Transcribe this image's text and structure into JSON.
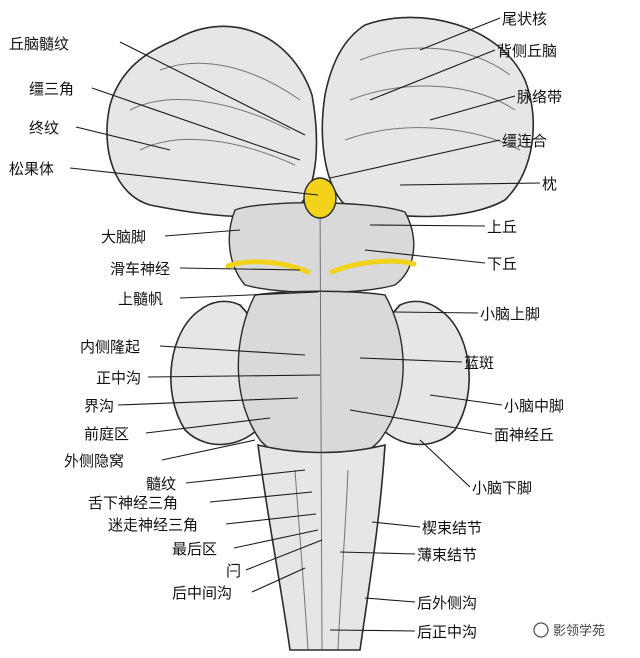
{
  "labels_left": [
    {
      "key": "qiunao_suiwen",
      "text": "丘脑髓纹"
    },
    {
      "key": "jiangsanjiao",
      "text": "缰三角"
    },
    {
      "key": "zhongwen",
      "text": "终纹"
    },
    {
      "key": "songguoti",
      "text": "松果体"
    },
    {
      "key": "danaojiao",
      "text": "大脑脚"
    },
    {
      "key": "huache_shenjing",
      "text": "滑车神经"
    },
    {
      "key": "shang_suifan",
      "text": "上髓帆"
    },
    {
      "key": "neice_longqi",
      "text": "内侧隆起"
    },
    {
      "key": "zhengzhonggou",
      "text": "正中沟"
    },
    {
      "key": "jiegou",
      "text": "界沟"
    },
    {
      "key": "qianting_qu",
      "text": "前庭区"
    },
    {
      "key": "waice_yinwo",
      "text": "外侧隐窝"
    },
    {
      "key": "suiwen",
      "text": "髓纹"
    },
    {
      "key": "shexia_sanjiao",
      "text": "舌下神经三角"
    },
    {
      "key": "mizou_sanjiao",
      "text": "迷走神经三角"
    },
    {
      "key": "zuihou_qu",
      "text": "最后区"
    },
    {
      "key": "shuan",
      "text": "闩"
    },
    {
      "key": "hou_zhongjiangou",
      "text": "后中间沟"
    }
  ],
  "labels_right": [
    {
      "key": "weizhuanghe",
      "text": "尾状核"
    },
    {
      "key": "beice_qiunao",
      "text": "背侧丘脑"
    },
    {
      "key": "mailuodai",
      "text": "脉络带"
    },
    {
      "key": "jianglianhe",
      "text": "缰连合"
    },
    {
      "key": "zhen",
      "text": "枕"
    },
    {
      "key": "shangqiu",
      "text": "上丘"
    },
    {
      "key": "xiaqiu",
      "text": "下丘"
    },
    {
      "key": "xiaonao_shangjiao",
      "text": "小脑上脚"
    },
    {
      "key": "lanban",
      "text": "蓝斑"
    },
    {
      "key": "xiaonao_zhongjiao",
      "text": "小脑中脚"
    },
    {
      "key": "mianshenjing_qiu",
      "text": "面神经丘"
    },
    {
      "key": "xiaonao_xiajiao",
      "text": "小脑下脚"
    },
    {
      "key": "xieshu_jiejie",
      "text": "楔束结节"
    },
    {
      "key": "boshu_jiejie",
      "text": "薄束结节"
    },
    {
      "key": "hou_waicegou",
      "text": "后外侧沟"
    },
    {
      "key": "hou_zhengzhonggou",
      "text": "后正中沟"
    }
  ],
  "watermark": "影领学苑",
  "colors": {
    "highlight": "#f2d21b",
    "tissue": "#e6e6e6",
    "outline": "#2b2b2b"
  }
}
